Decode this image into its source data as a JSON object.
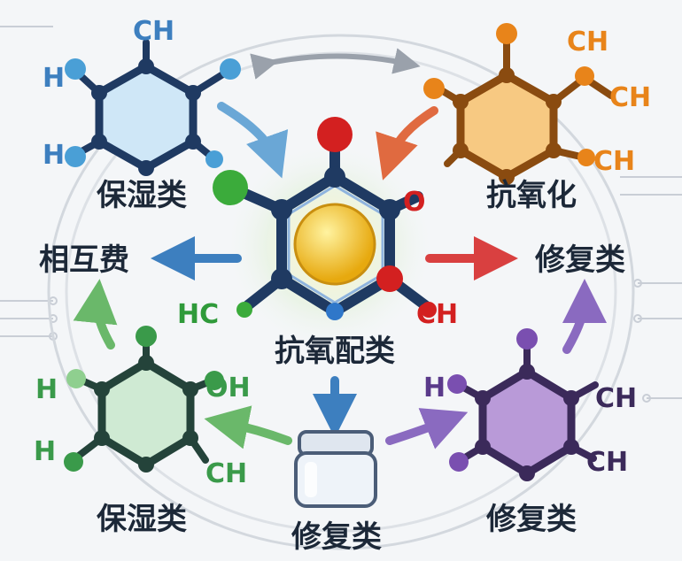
{
  "center": {
    "label": "抗氧配类",
    "atoms": {
      "left": "HC",
      "right": "CH",
      "top_right": "O"
    },
    "colors": {
      "ring": "#1f3a62",
      "core": "#f4c430",
      "oxygen": "#d32020",
      "chlorine": "#3bab3b",
      "n": "#2f77c9"
    }
  },
  "molecules": {
    "top_left": {
      "label": "保湿类",
      "atoms": {
        "top": "CH",
        "left_upper": "H",
        "left_lower": "H"
      },
      "color": "#4a9fd6"
    },
    "top_right": {
      "label": "抗氧化",
      "atoms": {
        "top": "CH",
        "right_mid": "CH",
        "bottom": "CH"
      },
      "color": "#e8841a"
    },
    "bottom_left": {
      "label": "保湿类",
      "atoms": {
        "left_upper": "H",
        "left_lower": "H",
        "right_upper": "OH",
        "right_lower": "CH"
      },
      "color": "#3a9a4a"
    },
    "bottom_right": {
      "label": "修复类",
      "atoms": {
        "left": "H",
        "right_upper": "CH",
        "right_lower": "CH"
      },
      "color": "#7a4fb0"
    }
  },
  "side_labels": {
    "left": "相互费",
    "right": "修复类"
  },
  "jar": {
    "label": "修复类"
  }
}
